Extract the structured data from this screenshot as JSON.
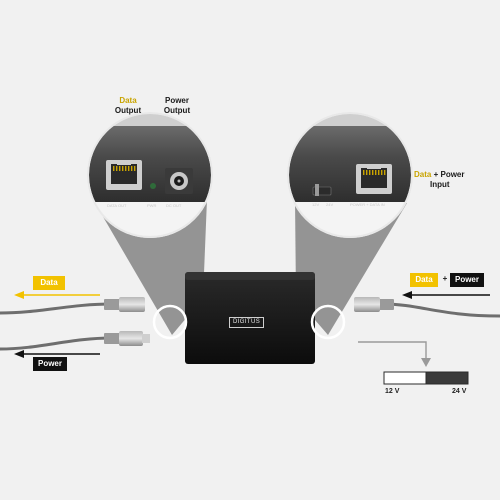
{
  "labels": {
    "data_word": "Data",
    "output_word": "Output",
    "power_word": "Power",
    "input_word": "Input",
    "plus": "+"
  },
  "left_zoom": {
    "port_label": "DATA OUT",
    "led_label": "PWR",
    "dc_label": "DC OUT"
  },
  "right_zoom": {
    "switch_12": "12V",
    "switch_24": "24V",
    "port_label": "POWER + DATA IN"
  },
  "device": {
    "brand": "DIGITUS"
  },
  "voltage_scale": {
    "low": "12 V",
    "high": "24 V"
  },
  "colors": {
    "accent_yellow": "#f2c200",
    "device_black": "#111111",
    "cone_gray": "#8a8a8a"
  }
}
